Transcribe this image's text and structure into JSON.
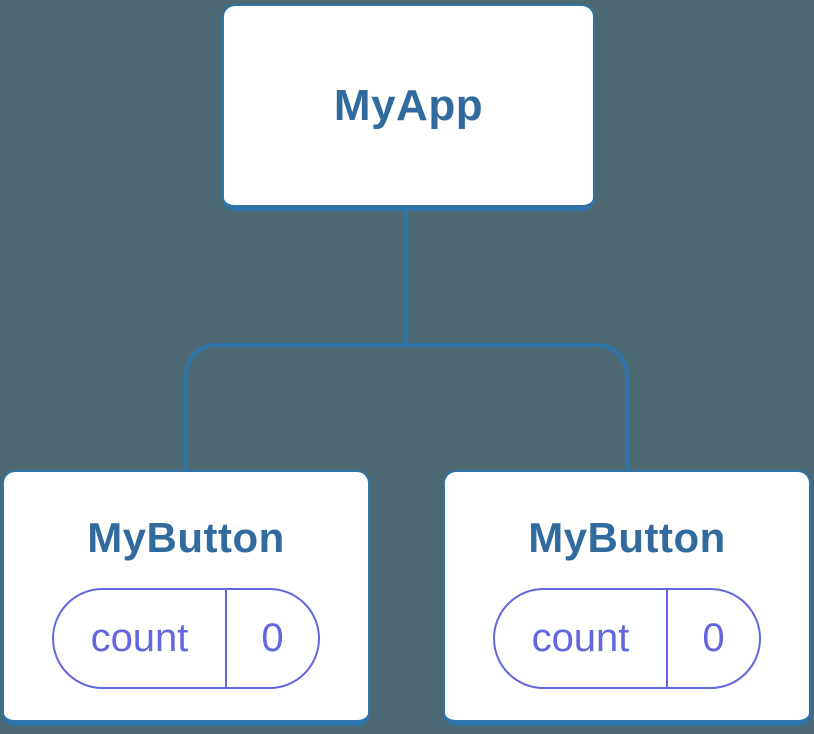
{
  "diagram": {
    "description": "React component tree diagram: parent component with two child components each holding their own state",
    "colors": {
      "background": "#4c6973",
      "node_blue": "#2e74a8",
      "label_blue": "#316b9e",
      "state_purple": "#6366df",
      "node_fill": "#ffffff"
    },
    "tree": {
      "root": {
        "label": "MyApp"
      },
      "children": [
        {
          "label": "MyButton",
          "state": {
            "key": "count",
            "value": "0"
          }
        },
        {
          "label": "MyButton",
          "state": {
            "key": "count",
            "value": "0"
          }
        }
      ]
    }
  }
}
